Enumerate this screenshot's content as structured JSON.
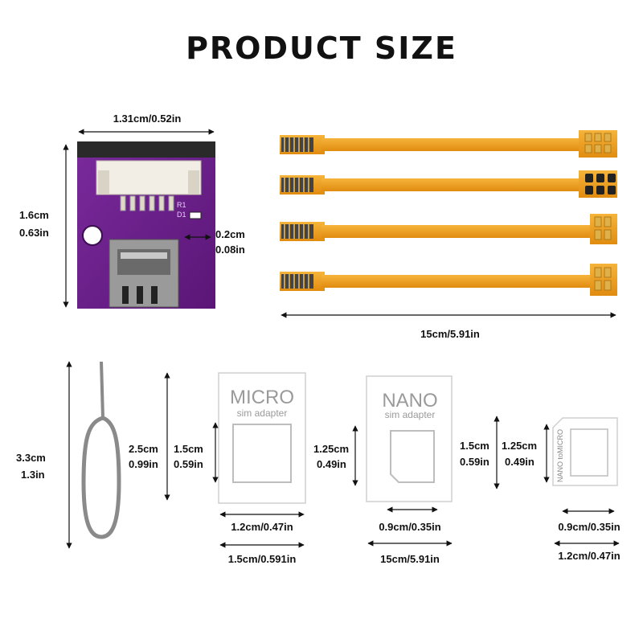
{
  "title": "PRODUCT SIZE",
  "board": {
    "width_label": "1.31cm/0.52in",
    "height_cm": "1.6cm",
    "height_in": "0.63in",
    "hole_cm": "0.2cm",
    "hole_in": "0.08in",
    "silk": [
      "R1",
      "D1"
    ]
  },
  "cables": {
    "length_label": "15cm/5.91in"
  },
  "pin": {
    "height_cm": "3.3cm",
    "height_in": "1.3in"
  },
  "micro_adapter": {
    "brand": "MICRO",
    "sub": "sim adapter",
    "outer_h_cm": "2.5cm",
    "outer_h_in": "0.99in",
    "inner_h_cm": "1.5cm",
    "inner_h_in": "0.59in",
    "inner_w_label": "1.2cm/0.47in",
    "outer_w_label": "1.5cm/0.591in"
  },
  "nano_adapter": {
    "brand": "NANO",
    "sub": "sim adapter",
    "inner_h_cm": "1.25cm",
    "inner_h_in": "0.49in",
    "inner_w_label": "0.9cm/0.35in",
    "outer_w_label": "15cm/5.91in"
  },
  "nano_to_micro": {
    "brand": "NANO toMICRO",
    "outer_h_cm": "1.5cm",
    "outer_h_in": "0.59in",
    "inner_h_cm": "1.25cm",
    "inner_h_in": "0.49in",
    "inner_w_label": "0.9cm/0.35in",
    "outer_w_label": "1.2cm/0.47in"
  },
  "colors": {
    "pcb": "#6b1f8c",
    "flex": "#f0a020",
    "contact": "#d8a030",
    "dim_line": "#111111"
  }
}
